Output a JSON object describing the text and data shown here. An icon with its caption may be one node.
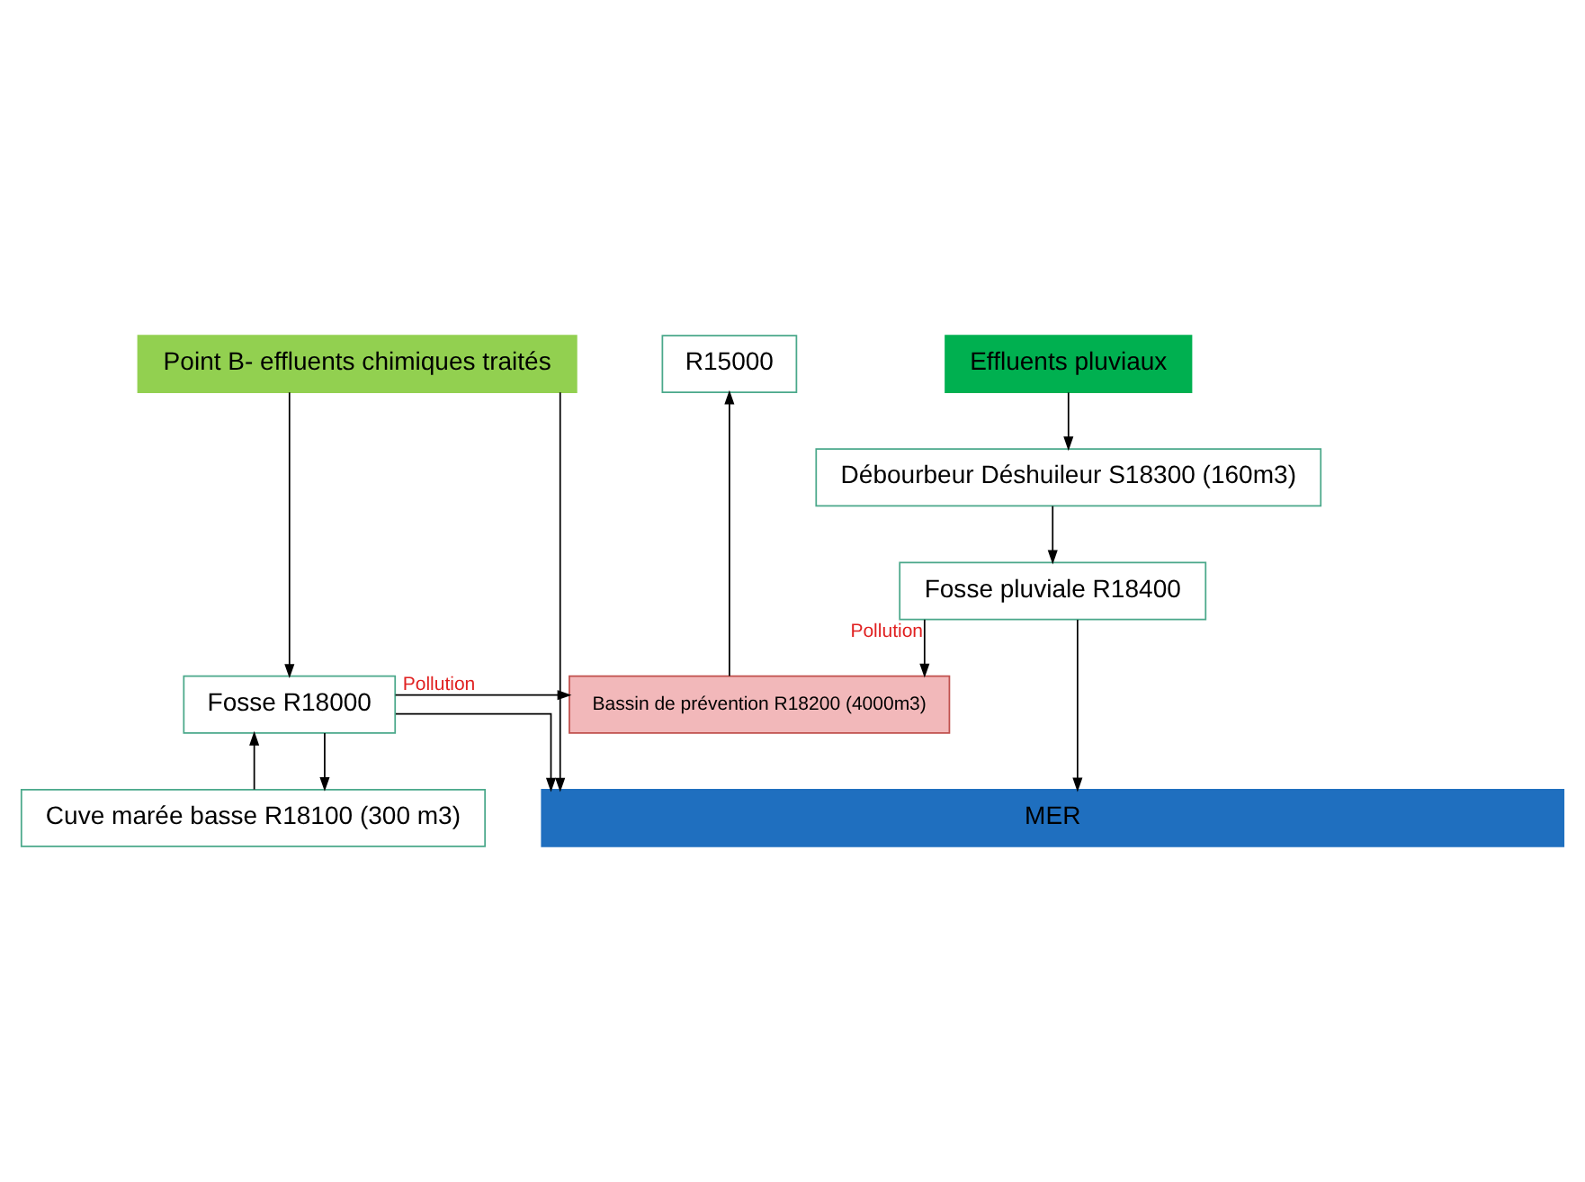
{
  "diagram": {
    "nodes": [
      {
        "text": [
          "Point B- effluents chimiques traités"
        ]
      },
      {
        "text": [
          "R15000"
        ]
      },
      {
        "text": [
          "Effluents pluviaux"
        ]
      },
      {
        "text": [
          "Débourbeur Déshuileur S18300 (160m3)"
        ]
      },
      {
        "text": [
          "Cuve marée basse R18100 (300 m3)"
        ]
      },
      {
        "text": [
          "Fosse pluviale R18400"
        ]
      },
      {
        "text": [
          "Fosse R18000"
        ]
      },
      {
        "text": [
          "Bassin de prévention R18200 (4000m3)"
        ]
      },
      {
        "text": [
          "MER"
        ]
      }
    ],
    "edges": [
      {
        "from": 0,
        "to": 8,
        "arrow": "to"
      },
      {
        "from": 0,
        "to": 6,
        "arrow": "to"
      },
      {
        "from": 6,
        "to": 4,
        "arrow": "to"
      },
      {
        "from": 4,
        "to": 6,
        "arrow": "to"
      },
      {
        "from": 6,
        "to": 7,
        "arrow": "to",
        "label": "Pollution"
      },
      {
        "from": 6,
        "to": 8,
        "arrow": "to"
      },
      {
        "from": 7,
        "to": 1,
        "arrow": "to"
      },
      {
        "from": 2,
        "to": 3,
        "arrow": "to"
      },
      {
        "from": 3,
        "to": 5,
        "arrow": "to"
      },
      {
        "from": 5,
        "to": 7,
        "arrow": "to",
        "label": "Pollution"
      },
      {
        "from": 5,
        "to": 8,
        "arrow": "to"
      }
    ]
  }
}
